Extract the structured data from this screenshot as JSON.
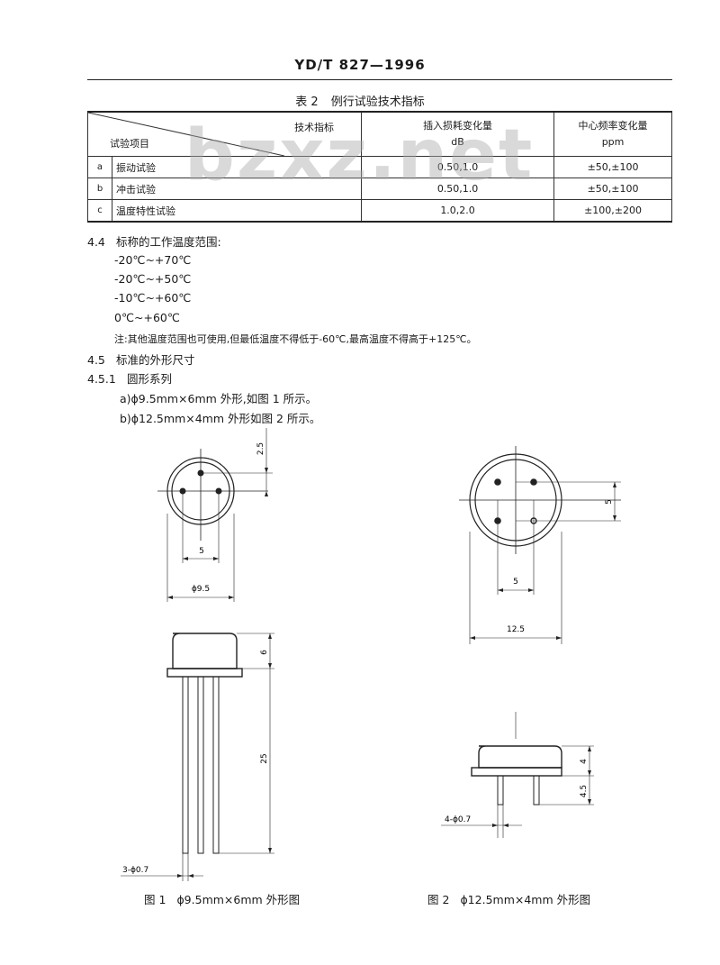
{
  "header": {
    "doc_code": "YD/T 827—1996"
  },
  "table": {
    "number": "表 2",
    "title": "例行试验技术指标",
    "corner_top": "技术指标",
    "corner_bottom": "试验项目",
    "col1_line1": "插入损耗变化量",
    "col1_line2": "dB",
    "col2_line1": "中心频率变化量",
    "col2_line2": "ppm",
    "rows": [
      {
        "letter": "a",
        "item": "振动试验",
        "loss": "0.50,1.0",
        "freq": "±50,±100"
      },
      {
        "letter": "b",
        "item": "冲击试验",
        "loss": "0.50,1.0",
        "freq": "±50,±100"
      },
      {
        "letter": "c",
        "item": "温度特性试验",
        "loss": "1.0,2.0",
        "freq": "±100,±200"
      }
    ]
  },
  "watermark": "bzxz.net",
  "s44": {
    "num": "4.4",
    "title": "标称的工作温度范围:",
    "ranges": [
      "-20℃~+70℃",
      "-20℃~+50℃",
      "-10℃~+60℃",
      "0℃~+60℃"
    ],
    "note": "注:其他温度范围也可使用,但最低温度不得低于-60℃,最高温度不得高于+125℃。"
  },
  "s45": {
    "num": "4.5",
    "title": "标准的外形尺寸"
  },
  "s451": {
    "num": "4.5.1",
    "title": "圆形系列",
    "item_a": "a)ϕ9.5mm×6mm 外形,如图 1 所示。",
    "item_b": "b)ϕ12.5mm×4mm 外形如图 2 所示。"
  },
  "fig1": {
    "dim_top": "2.5",
    "dim_pin_spacing": "5",
    "dim_diameter": "ϕ9.5",
    "dim_height": "6",
    "dim_lead": "25",
    "dim_pin": "3-ϕ0.7",
    "caption_num": "图 1",
    "caption_text": "ϕ9.5mm×6mm 外形图"
  },
  "fig2": {
    "dim_right": "5",
    "dim_pin_spacing": "5",
    "dim_diameter": "12.5",
    "dim_height": "4",
    "dim_lead": "4.5",
    "dim_pin": "4-ϕ0.7",
    "caption_num": "图 2",
    "caption_text": "ϕ12.5mm×4mm 外形图"
  }
}
